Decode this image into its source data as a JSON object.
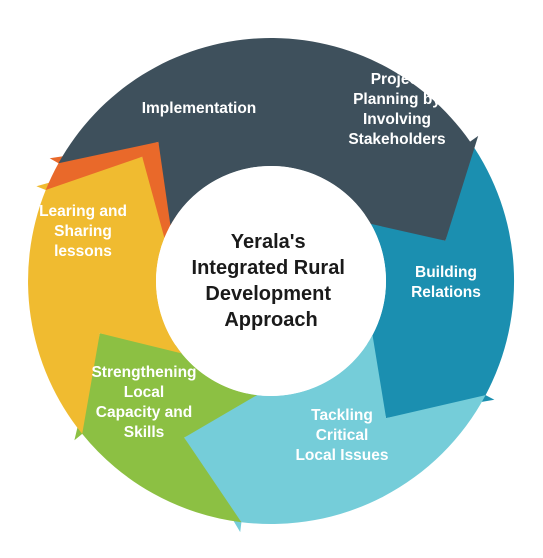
{
  "diagram": {
    "center_title": [
      "Yerala's",
      "Integrated Rural",
      "Development",
      "Approach"
    ],
    "segments": [
      {
        "id": "implementation",
        "color": "#3e505c",
        "lines": [
          "Implementation"
        ]
      },
      {
        "id": "project-planning",
        "color": "#1b8fb0",
        "lines": [
          "Project",
          "Planning by",
          "Involving",
          "Stakeholders"
        ]
      },
      {
        "id": "building-relations",
        "color": "#75cdd9",
        "lines": [
          "Building",
          "Relations"
        ]
      },
      {
        "id": "tackling-issues",
        "color": "#8cc043",
        "lines": [
          "Tackling",
          "Critical",
          "Local Issues"
        ]
      },
      {
        "id": "strengthening-capacity",
        "color": "#f0bb30",
        "lines": [
          "Strengthening",
          "Local",
          "Capacity and",
          "Skills"
        ]
      },
      {
        "id": "learning-sharing",
        "color": "#e9692a",
        "lines": [
          "Learing and",
          "Sharing",
          "lessons"
        ]
      }
    ]
  }
}
